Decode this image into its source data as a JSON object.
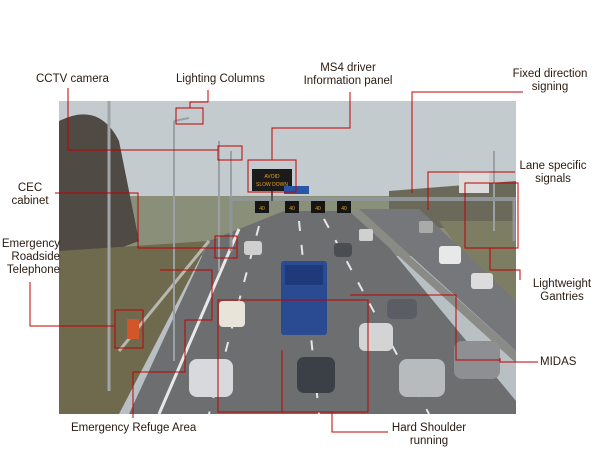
{
  "labels": {
    "cctv_camera": "CCTV camera",
    "lighting_columns": "Lighting Columns",
    "ms4_panel_line1": "MS4 driver",
    "ms4_panel_line2": "Information panel",
    "fixed_direction_line1": "Fixed direction",
    "fixed_direction_line2": "signing",
    "lane_signals_line1": "Lane specific",
    "lane_signals_line2": "signals",
    "cec_line1": "CEC",
    "cec_line2": "cabinet",
    "ert_line1": "Emergency",
    "ert_line2": "Roadside",
    "ert_line3": "Telephone",
    "gantries_line1": "Lightweight",
    "gantries_line2": "Gantries",
    "midas": "MIDAS",
    "refuge_area": "Emergency Refuge Area",
    "hard_shoulder_line1": "Hard Shoulder",
    "hard_shoulder_line2": "running"
  },
  "photo_text": {
    "vms_line1": "AVOID",
    "vms_line2": "SLOW DOWN",
    "gantry_signs": [
      "40",
      "40",
      "40",
      "40"
    ]
  },
  "colors": {
    "leader": "#c00000",
    "label_text": "#2a1a10",
    "sign_amber": "#e8a020"
  }
}
